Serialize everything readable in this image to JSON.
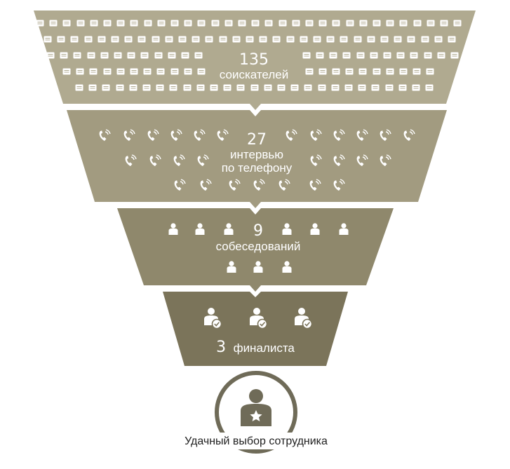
{
  "stages": [
    {
      "count": "135",
      "label": "соискателей"
    },
    {
      "count": "27",
      "label_line1": "интервью",
      "label_line2": "по телефону"
    },
    {
      "count": "9",
      "label": "собеседований"
    },
    {
      "count": "3",
      "label": "финалиста"
    }
  ],
  "result": {
    "label": "Удачный выбор сотрудника"
  },
  "colors": {
    "stage_1": "#b0aa90",
    "stage_2": "#a29b80",
    "stage_3": "#8f886c",
    "stage_4": "#7b745a",
    "circle": "#6f6b58",
    "icon": "#ffffff"
  },
  "icons": {
    "stage_1": "document-icon",
    "stage_2": "phone-icon",
    "stage_3": "person-icon",
    "stage_4": "person-check-icon",
    "result": "person-star-icon"
  }
}
